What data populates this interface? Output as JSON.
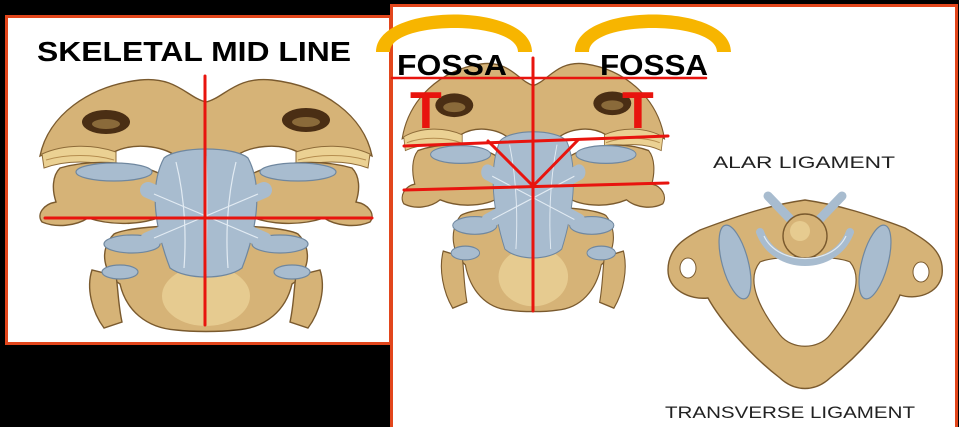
{
  "left_panel": {
    "title": "SKELETAL MID LINE"
  },
  "right_panel": {
    "fossa_left": "FOSSA",
    "fossa_right": "FOSSA",
    "t_left": "T",
    "t_right": "T",
    "alar_ligament": "ALAR LIGAMENT",
    "transverse_ligament": "TRANSVERSE LIGAMENT"
  },
  "colors": {
    "background": "#000000",
    "panel": "#ffffff",
    "panel_border": "#e2461c",
    "reference_line": "#e8140e",
    "fossa_arc": "#f7b500",
    "bone": "#d6b377",
    "ligament": "#a8bccf"
  }
}
